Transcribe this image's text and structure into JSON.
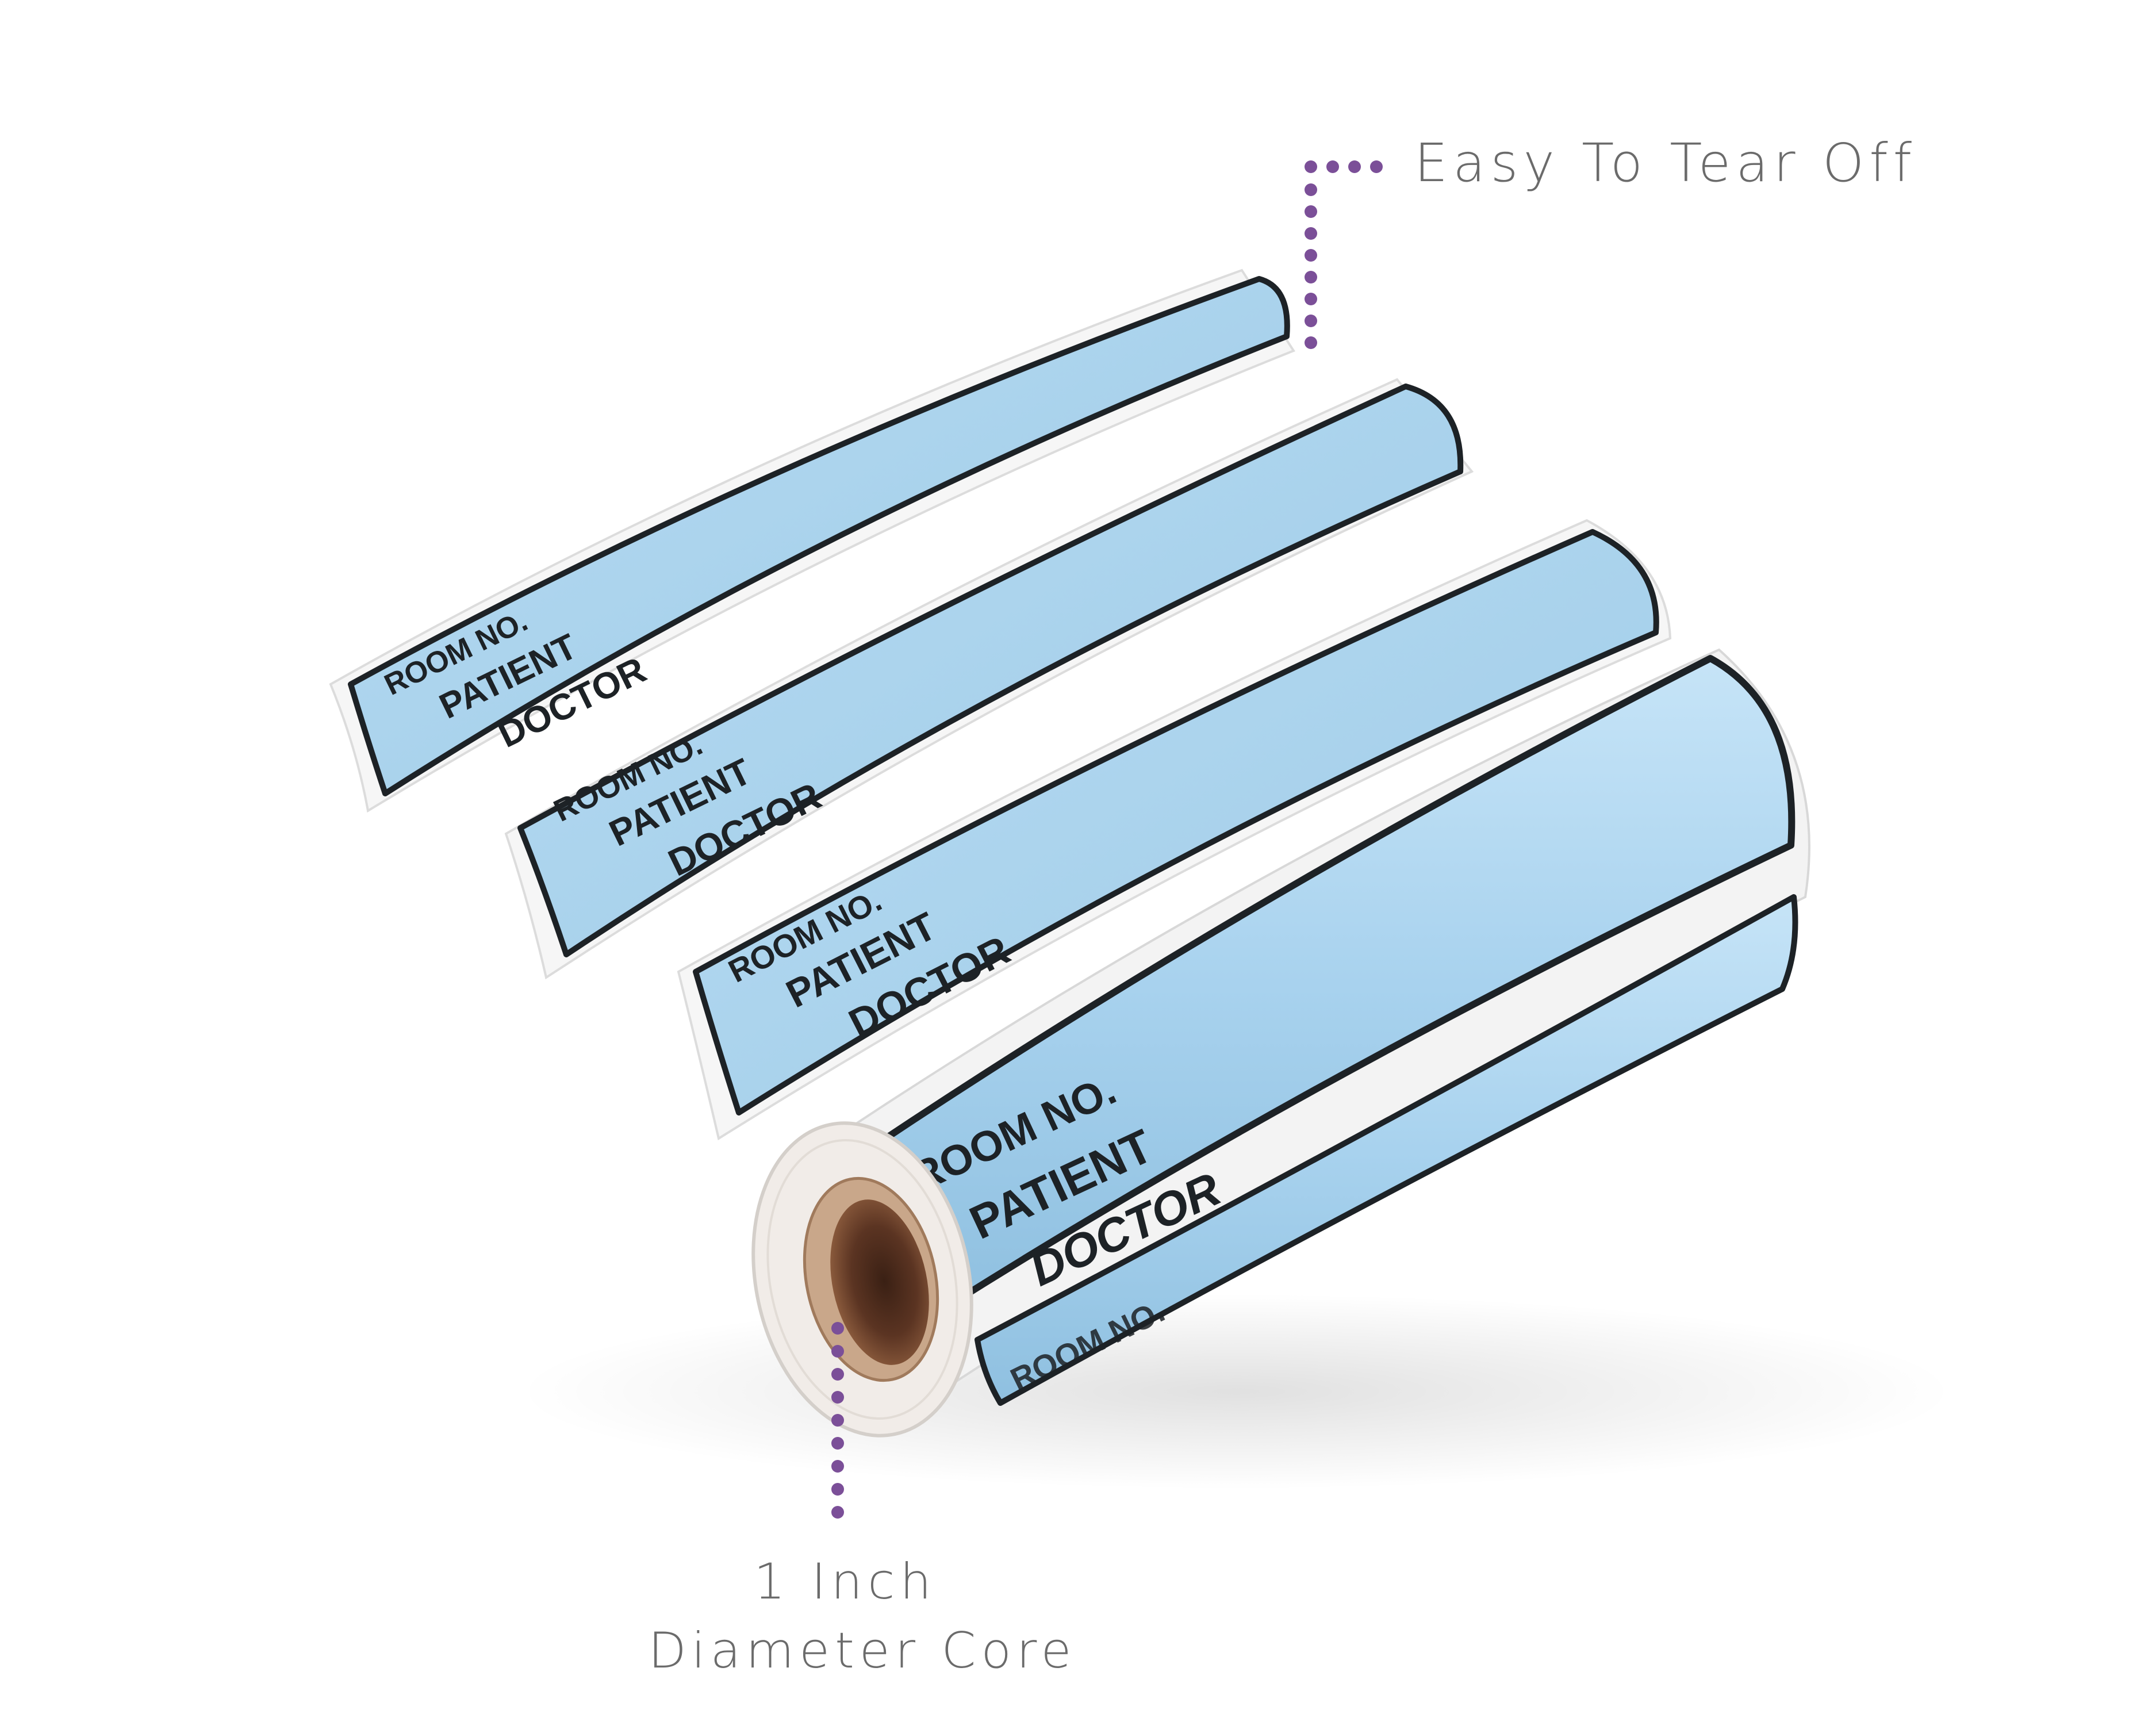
{
  "callouts": {
    "tear_off": "Easy To Tear Off",
    "core_line1": "1 Inch",
    "core_line2": "Diameter Core",
    "dot_color": "#7b4f98"
  },
  "label": {
    "line1": "ROOM NO.",
    "line2": "PATIENT",
    "line3": "DOCTOR",
    "fill_color": "#aed5ee",
    "border_color": "#1d2226",
    "peek_text": "ROOM NO."
  },
  "icons": {
    "tear_off_pointer": "dotted-line-icon",
    "core_pointer": "dotted-line-icon"
  }
}
